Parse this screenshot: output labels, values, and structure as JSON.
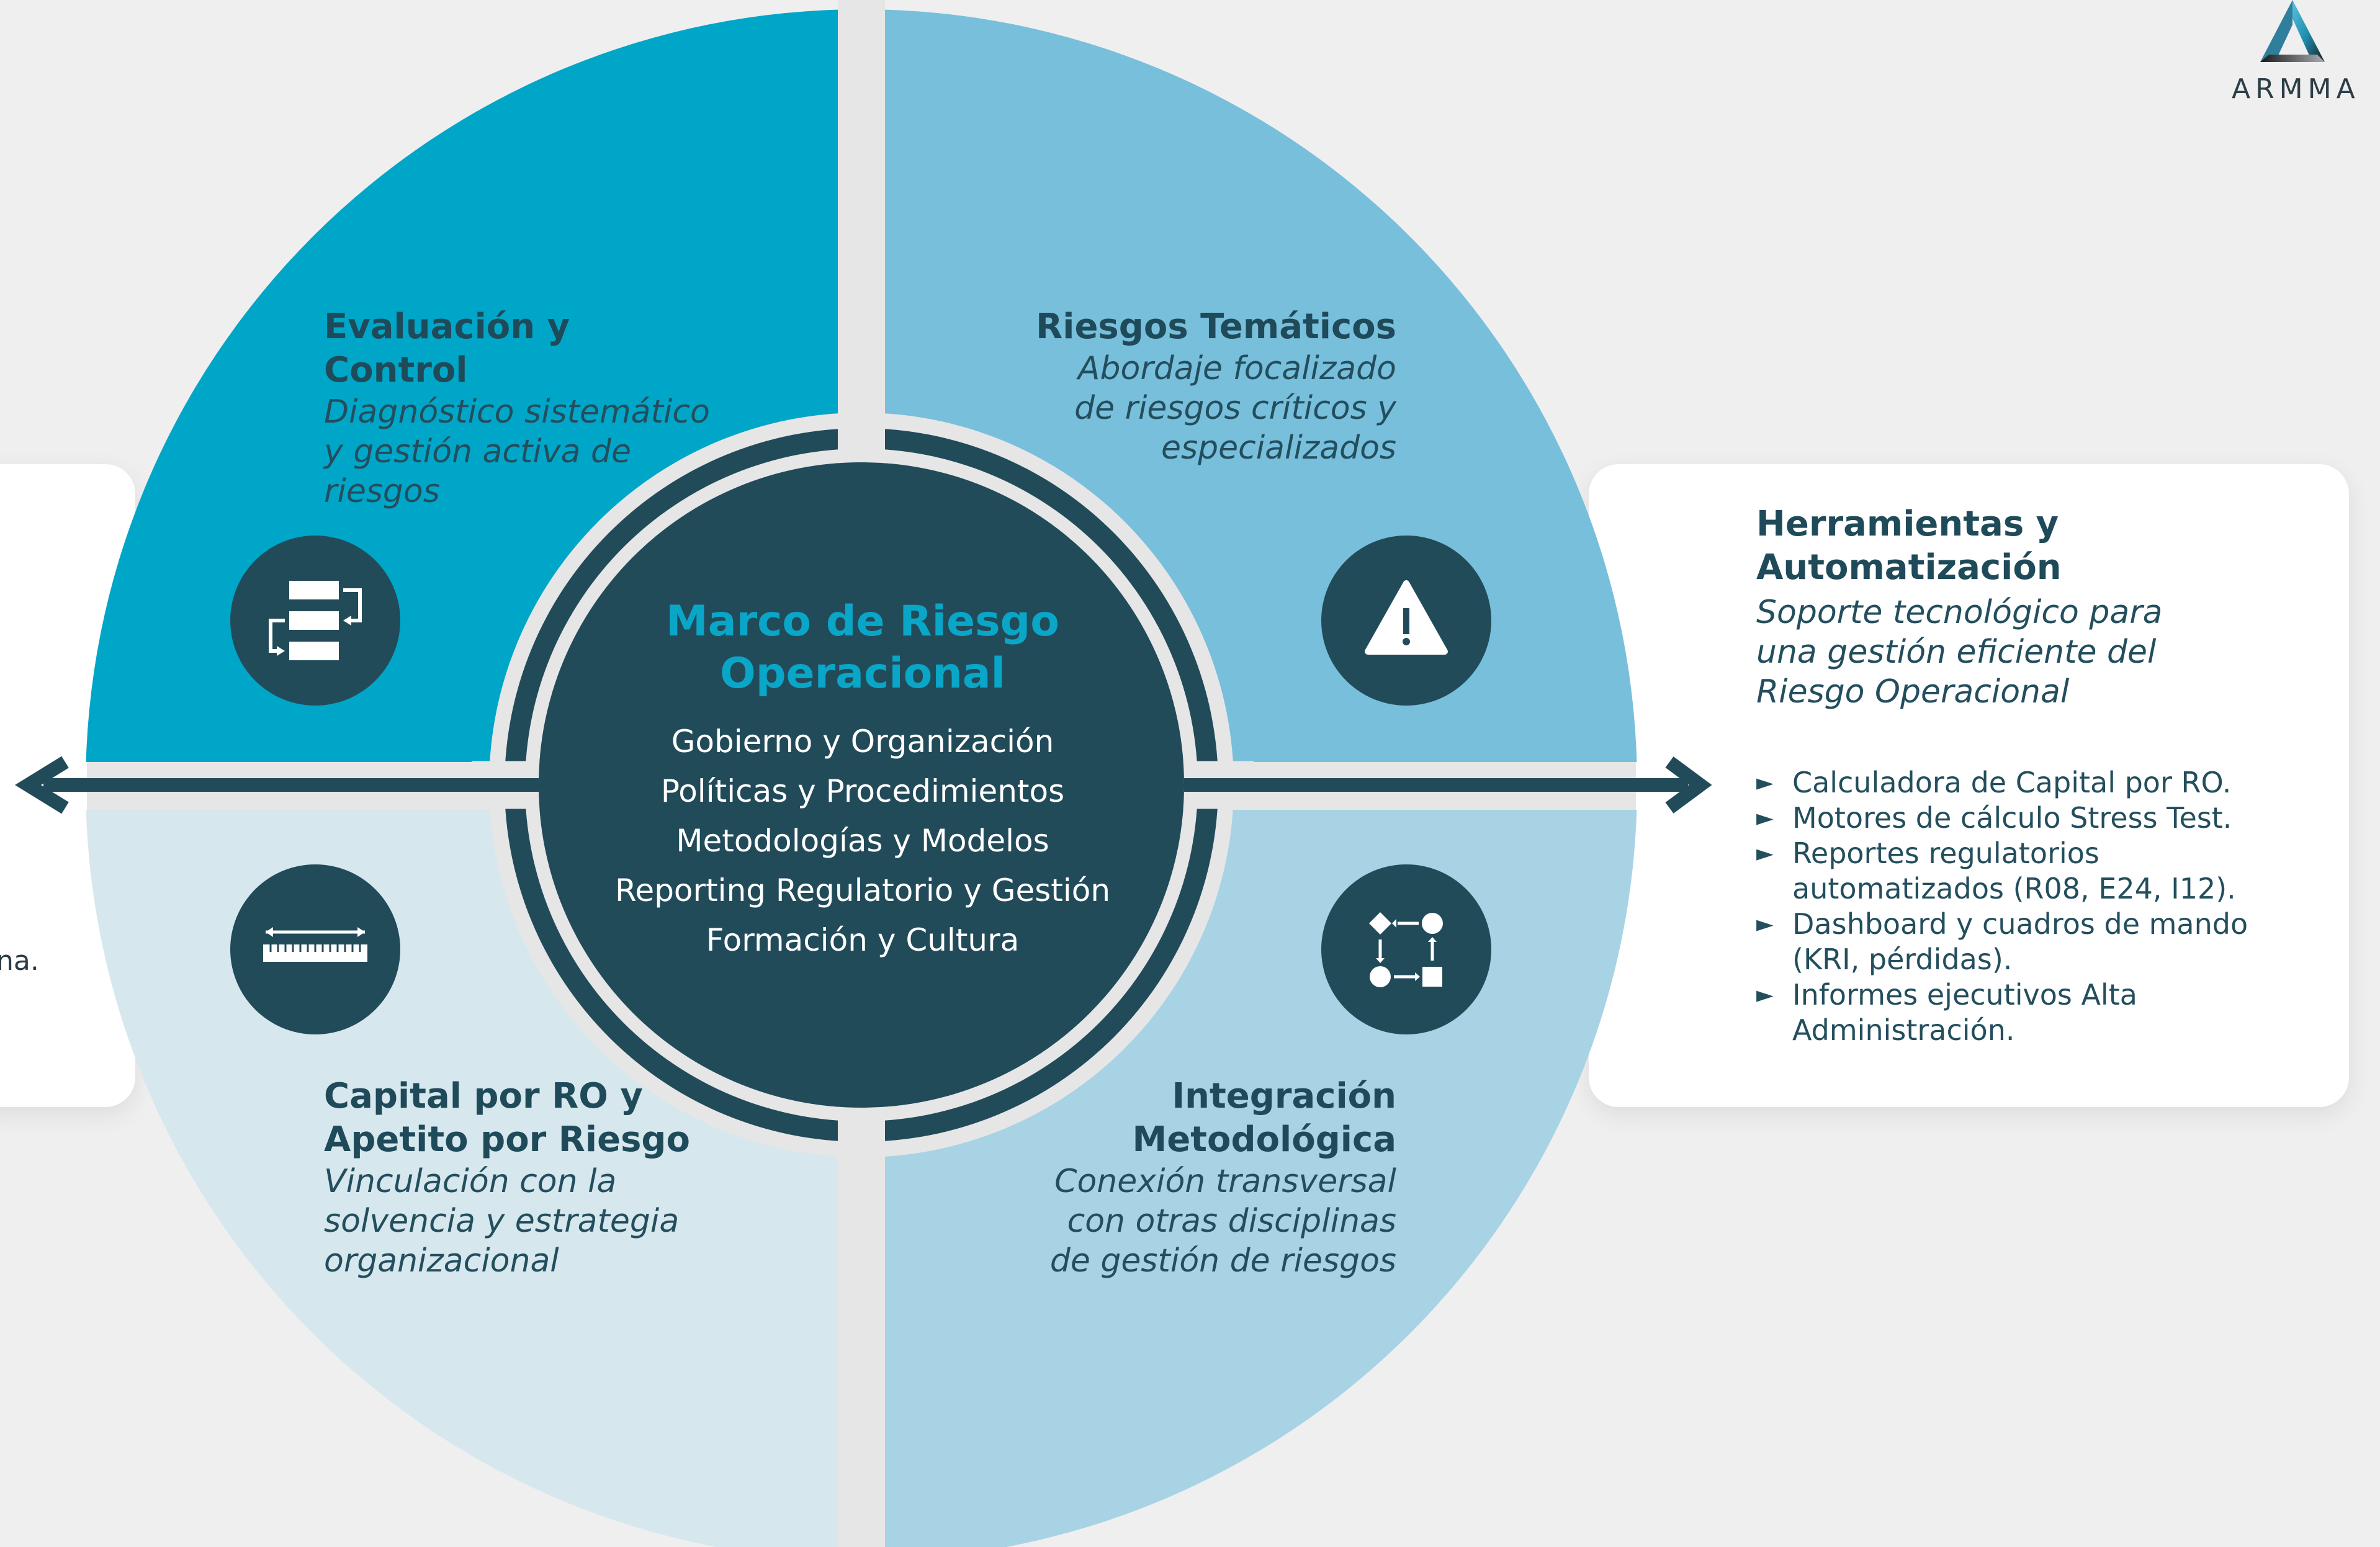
{
  "brand": {
    "name": "ARMMA"
  },
  "colors": {
    "background": "#efefef",
    "segment_top_left": "#00a6c8",
    "segment_top_right": "#78bfdc",
    "segment_bottom_left": "#d6e7ee",
    "segment_bottom_right": "#a8d3e5",
    "center_dark": "#224b5a",
    "accent_cyan": "#0aa6c8"
  },
  "center": {
    "title_line1": "Marco de Riesgo",
    "title_line2": "Operacional",
    "items": [
      "Gobierno y Organización",
      "Políticas y Procedimientos",
      "Metodologías y Modelos",
      "Reporting Regulatorio y Gestión",
      "Formación y Cultura"
    ]
  },
  "segments": {
    "top_left": {
      "title": "Evaluación y Control",
      "subtitle": [
        "Diagnóstico sistemático",
        "y gestión activa de",
        "riesgos"
      ],
      "icon": "process-flow-icon"
    },
    "top_right": {
      "title": "Riesgos Temáticos",
      "subtitle": [
        "Abordaje focalizado",
        "de riesgos críticos y",
        "especializados"
      ],
      "icon": "warning-icon"
    },
    "bottom_left": {
      "title": [
        "Capital por RO y",
        "Apetito por Riesgo"
      ],
      "subtitle": [
        "Vinculación con la",
        "solvencia y estrategia",
        "organizacional"
      ],
      "icon": "ruler-icon"
    },
    "bottom_right": {
      "title": [
        "Integración",
        "Metodológica"
      ],
      "subtitle": [
        "Conexión transversal",
        "con otras disciplinas",
        "de gestión de riesgos"
      ],
      "icon": "shapes-flow-icon"
    }
  },
  "right_panel": {
    "title": [
      "Herramientas y",
      "Automatización"
    ],
    "subtitle": [
      "Soporte tecnológico para",
      "una gestión eficiente del",
      "Riesgo Operacional"
    ],
    "items": [
      [
        "Calculadora de Capital por RO."
      ],
      [
        "Motores de cálculo Stress Test."
      ],
      [
        "Reportes regulatorios",
        "automatizados (R08, E24, I12)."
      ],
      [
        "Dashboard y cuadros de mando",
        "(KRI, pérdidas)."
      ],
      [
        "Informes ejecutivos Alta",
        "Administración."
      ]
    ]
  },
  "left_panel": {
    "visible_fragment": "na."
  }
}
